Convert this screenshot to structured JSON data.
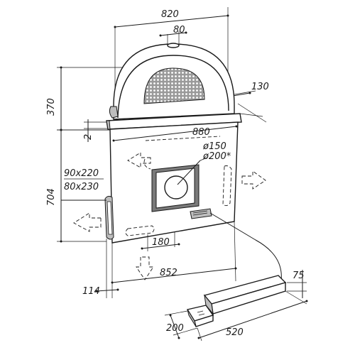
{
  "dimensions": {
    "overall_width": "820",
    "top_spigot_width": "80",
    "height_top": "370",
    "side_offset": "130",
    "gap": "2",
    "hood_width": "880",
    "outlet_d1": "ø150",
    "outlet_d2": "ø200*",
    "side_cutout_1": "90x220",
    "side_cutout_2": "80x230",
    "body_height": "704",
    "bottom_cutout": "180",
    "bottom_width": "852",
    "bottom_offset": "114",
    "box_height": "75",
    "box_depth": "200",
    "box_width": "520"
  },
  "colors": {
    "line": "#1a1a1a",
    "shade": "#bdbdbd",
    "background": "#ffffff"
  }
}
